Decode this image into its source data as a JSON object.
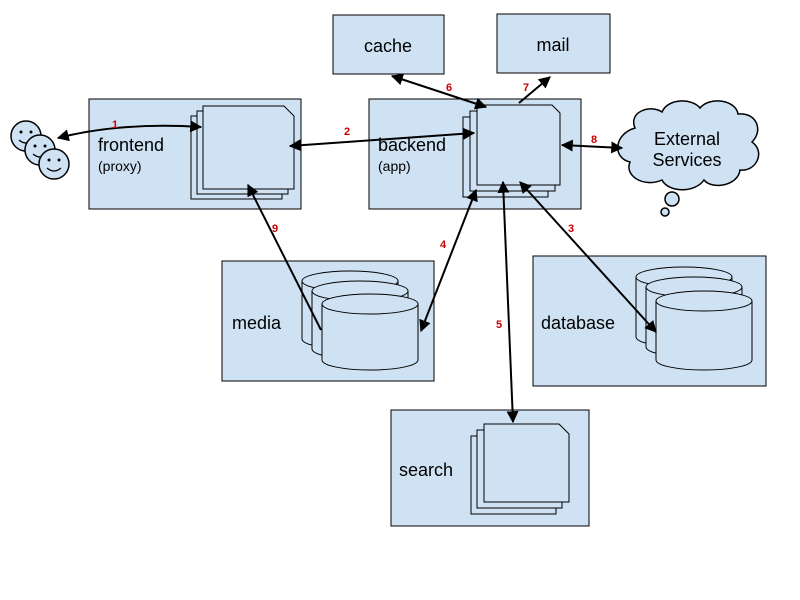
{
  "nodes": {
    "cache": "cache",
    "mail": "mail",
    "frontend": "frontend",
    "frontend_sub": "(proxy)",
    "backend": "backend",
    "backend_sub": "(app)",
    "external_line1": "External",
    "external_line2": "Services",
    "media": "media",
    "database": "database",
    "search": "search"
  },
  "edges": [
    "1",
    "2",
    "3",
    "4",
    "5",
    "6",
    "7",
    "8",
    "9"
  ],
  "colors": {
    "box_fill": "#cfe2f3",
    "edge_number": "#cc0000"
  }
}
